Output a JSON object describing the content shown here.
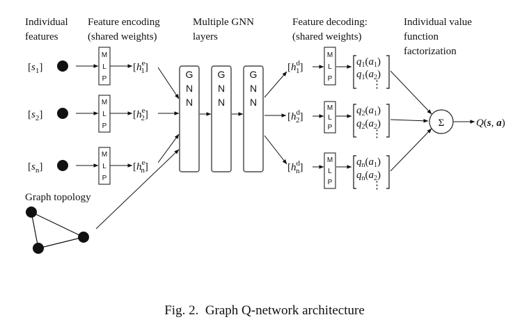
{
  "headings": {
    "individual_features": [
      "Individual",
      "features"
    ],
    "feature_encoding": [
      "Feature encoding",
      "(shared weights)"
    ],
    "multiple_gnn": [
      "Multiple GNN",
      "layers"
    ],
    "feature_decoding": [
      "Feature decoding:",
      "(shared weights)"
    ],
    "value_factorization": [
      "Individual value",
      "function",
      "factorization"
    ]
  },
  "inputs": [
    {
      "s": "s",
      "sub": "1"
    },
    {
      "s": "s",
      "sub": "2"
    },
    {
      "s": "s",
      "sub": "n"
    }
  ],
  "mlp_letters": [
    "M",
    "L",
    "P"
  ],
  "encoded": [
    {
      "h": "h",
      "sup": "e",
      "sub": "1"
    },
    {
      "h": "h",
      "sup": "e",
      "sub": "2"
    },
    {
      "h": "h",
      "sup": "e",
      "sub": "n"
    }
  ],
  "gnn_letters": [
    "G",
    "N",
    "N"
  ],
  "decoded": [
    {
      "h": "h",
      "sup": "d",
      "sub": "1"
    },
    {
      "h": "h",
      "sup": "d",
      "sub": "2"
    },
    {
      "h": "h",
      "sup": "d",
      "sub": "n"
    }
  ],
  "q_outputs": [
    {
      "q": "q",
      "sub": "1",
      "a1": "a",
      "a1sub": "1",
      "a2": "a",
      "a2sub": "2"
    },
    {
      "q": "q",
      "sub": "2",
      "a1": "a",
      "a1sub": "1",
      "a2": "a",
      "a2sub": "2"
    },
    {
      "q": "q",
      "sub": "n",
      "a1": "a",
      "a1sub": "1",
      "a2": "a",
      "a2sub": "2"
    }
  ],
  "vdots": "⋮",
  "sum_symbol": "Σ",
  "output_label": {
    "Q": "Q",
    "s": "s",
    "a": "a"
  },
  "graph_topology": "Graph topology",
  "caption": "Fig. 2.  Graph Q-network architecture"
}
